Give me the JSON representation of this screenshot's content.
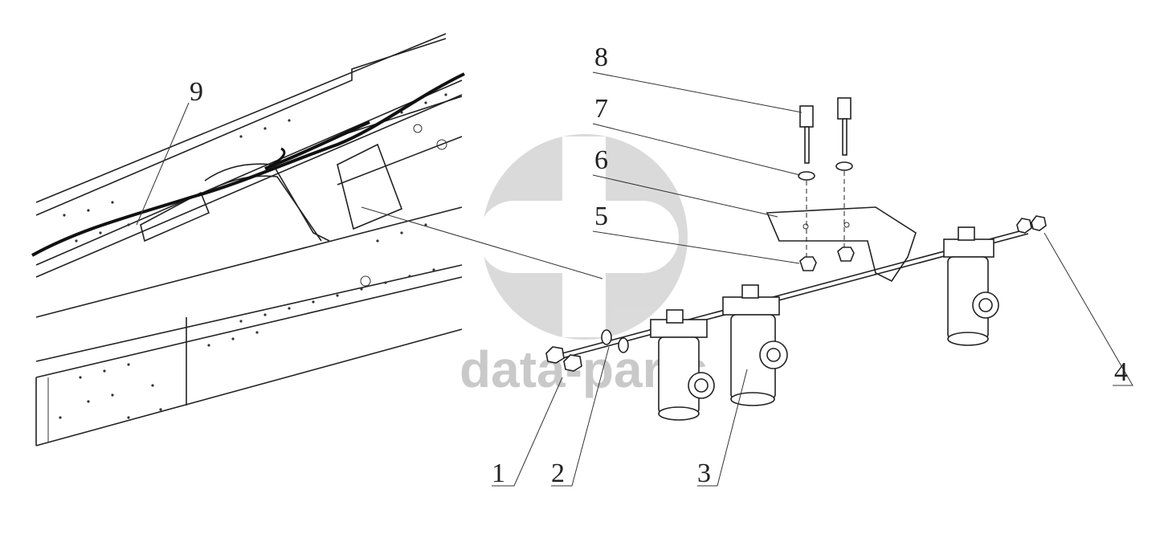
{
  "watermark": {
    "text": "data-parts",
    "color": "#c9c9c9"
  },
  "callouts": [
    {
      "id": "1",
      "label": "1"
    },
    {
      "id": "2",
      "label": "2"
    },
    {
      "id": "3",
      "label": "3"
    },
    {
      "id": "4",
      "label": "4"
    },
    {
      "id": "5",
      "label": "5"
    },
    {
      "id": "6",
      "label": "6"
    },
    {
      "id": "7",
      "label": "7"
    },
    {
      "id": "8",
      "label": "8"
    },
    {
      "id": "9",
      "label": "9"
    }
  ]
}
